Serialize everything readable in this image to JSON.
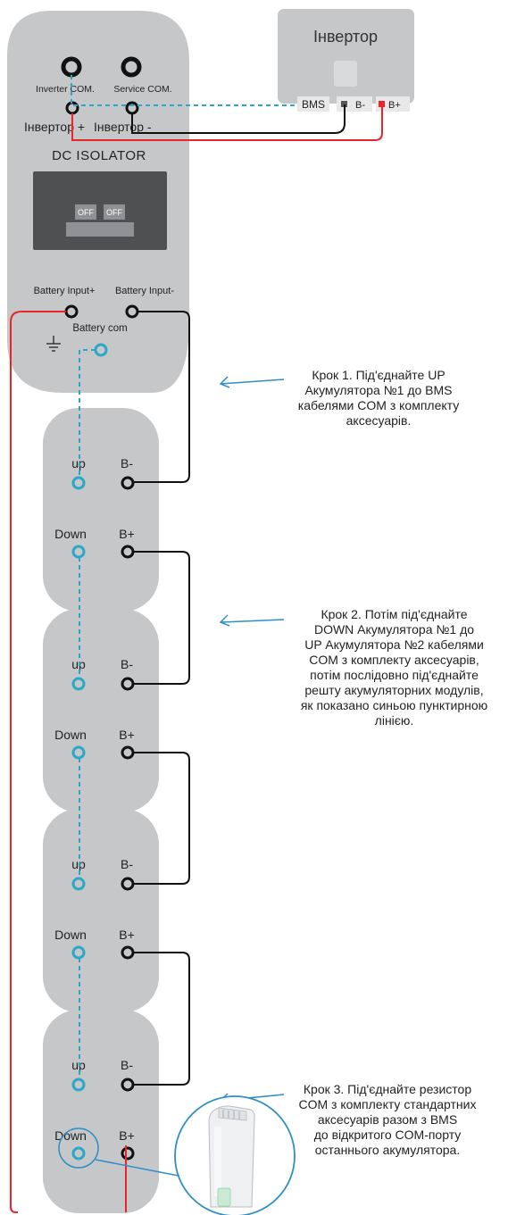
{
  "inverter": {
    "title": "Інвертор",
    "ports": {
      "bms": "BMS",
      "b_minus": "B-",
      "b_plus": "B+"
    }
  },
  "control_box": {
    "inverter_com": "Inverter COM.",
    "service_com": "Service COM.",
    "inverter_plus": "Інвертор  +",
    "inverter_minus": "Інвертор  -",
    "dc_isolator": "DC ISOLATOR",
    "switch_off_1": "OFF",
    "switch_off_2": "OFF",
    "battery_input_plus": "Battery Input+",
    "battery_input_minus": "Battery Input-",
    "battery_com": "Battery com"
  },
  "batteries": [
    {
      "up": "up",
      "down": "Down",
      "b_minus": "B-",
      "b_plus": "B+"
    },
    {
      "up": "up",
      "down": "Down",
      "b_minus": "B-",
      "b_plus": "B+"
    },
    {
      "up": "up",
      "down": "Down",
      "b_minus": "B-",
      "b_plus": "B+"
    },
    {
      "up": "up",
      "down": "Down",
      "b_minus": "B-",
      "b_plus": "B+"
    }
  ],
  "steps": [
    {
      "lines": [
        "Крок 1. Під'єднайте UP",
        "Акумулятора №1 до BMS",
        "кабелями COM з комплекту",
        "аксесуарів."
      ]
    },
    {
      "lines": [
        "Крок 2. Потім під'єднайте",
        "DOWN Акумулятора №1 до",
        "UP Акумулятора №2 кабелями",
        "COM з комплекту аксесуарів,",
        "потім послідовно під'єднайте",
        "решту акумуляторних модулів,",
        "як показано синьою пунктирною",
        "лінією."
      ]
    },
    {
      "lines": [
        "Крок 3. Під'єднайте резистор",
        "COM з комплекту стандартних",
        "аксесуарів разом з BMS",
        "до  відкритого COM-порту",
        "останнього акумулятора."
      ]
    }
  ],
  "colors": {
    "panel": "#c6c7c9",
    "isolator": "#4f5052",
    "switch": "#8f9194",
    "com_line": "#2ba7c7",
    "red_wire": "#e8252b",
    "black_wire": "#111111",
    "arrow": "#2e8fc6"
  }
}
